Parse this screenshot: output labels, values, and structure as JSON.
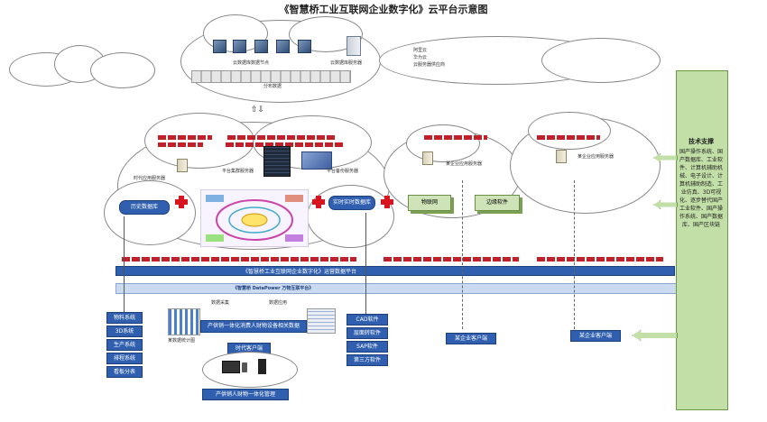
{
  "title": "《智慧桥工业互联网企业数字化》云平台示意图",
  "top_cloud": {
    "nodes_label": "云数据库数据节点",
    "server_label": "云数据库服务器",
    "bottom_label": "分布数据"
  },
  "right_cloud": {
    "lines": [
      "阿里云",
      "华为云",
      "云服务器供应商"
    ]
  },
  "main_cloud": {
    "left_server": "时代应用服务器",
    "center_server": "平台集群服务器",
    "right_server": "平台备份服务器",
    "db_left": "历史数据库",
    "db_right": "实时实时数据库"
  },
  "enterprise_clouds": [
    {
      "label": "某企业应用服务器"
    },
    {
      "label": "某企业应用服务器"
    }
  ],
  "boxes": {
    "iot": "物联网",
    "edge": "边缘软件"
  },
  "bars": {
    "blue": "《智慧桥工业互联网企业数字化》运营数据平台",
    "light": "《智慧桥 DataPower 万物互联平台》"
  },
  "left_systems": [
    "物料系统",
    "3D系统",
    "生产系统",
    "排程系统",
    "看板分表"
  ],
  "labels": {
    "collect1": "数据采集",
    "collect2": "数据应用",
    "integration": "产供销一体化消费人财物设备相关数据",
    "time_client": "时代客户端",
    "bottom_mgmt": "产供销人财物一体化管理",
    "client1": "某企业客户端",
    "client2": "某企业客户端",
    "chart_caption": "某数据统计图"
  },
  "software": [
    "CAD软件",
    "层面转软件",
    "SAP软件",
    "第三方软件"
  ],
  "tech_support": {
    "heading": "技术支撑",
    "body": "国产操作系统、国产数据库、工业软件、计算机辅助机械、电子设计、计算机辅助制造、工业仿真、3D可视化、逐步替代国产工业软件、国产操作系统、国产数据库、国产区块链"
  }
}
